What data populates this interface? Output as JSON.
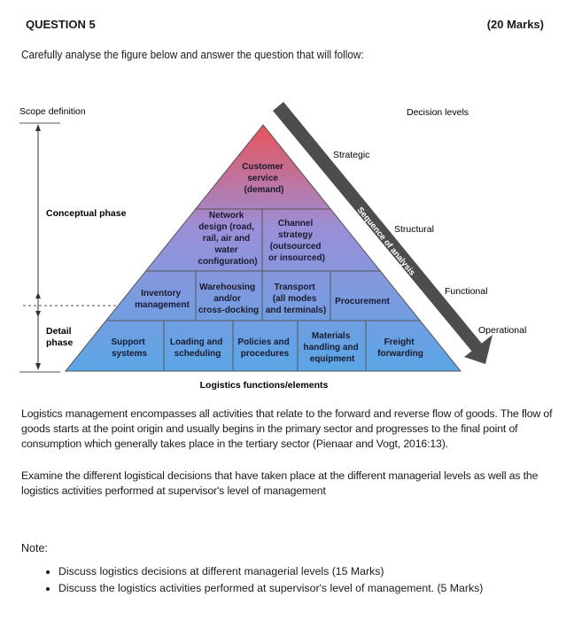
{
  "question": {
    "title": "QUESTION 5",
    "marks": "(20 Marks)"
  },
  "instruction": "Carefully analyse the figure below and answer the question that will follow:",
  "figure": {
    "scope_label": "Scope definition",
    "decision_label": "Decision levels",
    "conceptual_phase": "Conceptual phase",
    "detail_phase_line1": "Detail",
    "detail_phase_line2": "phase",
    "arrow_label": "Sequence of analysis",
    "levels": {
      "strategic": "Strategic",
      "structural": "Structural",
      "functional": "Functional",
      "operational": "Operational"
    },
    "caption": "Logistics functions/elements",
    "cells": {
      "customer_service": [
        "Customer",
        "service",
        "(demand)"
      ],
      "network_design": [
        "Network",
        "design (road,",
        "rail, air and",
        "water",
        "configuration)"
      ],
      "channel_strategy": [
        "Channel",
        "strategy",
        "(outsourced",
        "or insourced)"
      ],
      "inventory": [
        "Inventory",
        "management"
      ],
      "warehousing": [
        "Warehousing",
        "and/or",
        "cross-docking"
      ],
      "transport": [
        "Transport",
        "(all modes",
        "and terminals)"
      ],
      "procurement": [
        "Procurement"
      ],
      "support": [
        "Support",
        "systems"
      ],
      "loading": [
        "Loading and",
        "scheduling"
      ],
      "policies": [
        "Policies and",
        "procedures"
      ],
      "materials": [
        "Materials",
        "handling and",
        "equipment"
      ],
      "freight": [
        "Freight",
        "forwarding"
      ]
    },
    "colors": {
      "top": "#e8535a",
      "middle": "#9b8fd8",
      "bottom": "#5aa6e6",
      "arrow": "#4d4d4d"
    }
  },
  "paragraph1": "Logistics management encompasses all activities that relate to the forward and reverse flow of goods. The flow of goods starts at the point origin and usually begins in the primary sector and progresses to the final point of consumption which generally takes place in the tertiary sector (Pienaar and Vogt, 2016:13).",
  "paragraph2": "Examine the different logistical decisions that have taken place at the different managerial levels as well as the logistics activities performed at supervisor's level of management",
  "note_label": "Note:",
  "notes": [
    "Discuss logistics decisions at different managerial levels (15 Marks)",
    "Discuss the logistics activities performed at supervisor's level of management. (5 Marks)"
  ]
}
